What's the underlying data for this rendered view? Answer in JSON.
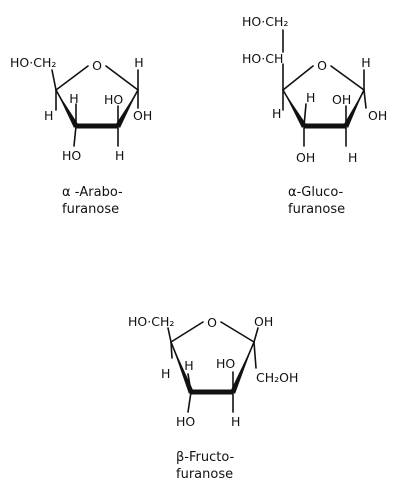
{
  "molecules": [
    {
      "id": "arabo",
      "name_line1": "α -Arabo-",
      "name_line2": "furanose",
      "labels": {
        "ring_o": "O",
        "c4_sub": "HO·CH₂",
        "c1_top": "H",
        "c1_bottom": "OH",
        "c2_top": "HO",
        "c2_bottom": "H",
        "c3_top": "H",
        "c3_bottom": "HO",
        "c4_bottom": "H"
      }
    },
    {
      "id": "gluco",
      "name_line1": "α-Gluco-",
      "name_line2": "furanose",
      "labels": {
        "ring_o": "O",
        "c6": "HO·CH₂",
        "c5": "HO·CH",
        "c1_top": "H",
        "c1_bottom": "OH",
        "c2_top": "OH",
        "c2_bottom": "H",
        "c3_top": "H",
        "c3_bottom": "OH",
        "c4_bottom": "H"
      }
    },
    {
      "id": "fructo",
      "name_line1": "β-Fructo-",
      "name_line2": "furanose",
      "labels": {
        "ring_o": "O",
        "c5_sub": "HO·CH₂",
        "c2_top": "OH",
        "c2_bottom": "CH₂OH",
        "c3_top": "HO",
        "c3_bottom": "H",
        "c4_top": "H",
        "c4_bottom": "HO",
        "c5_bottom": "H"
      }
    }
  ]
}
